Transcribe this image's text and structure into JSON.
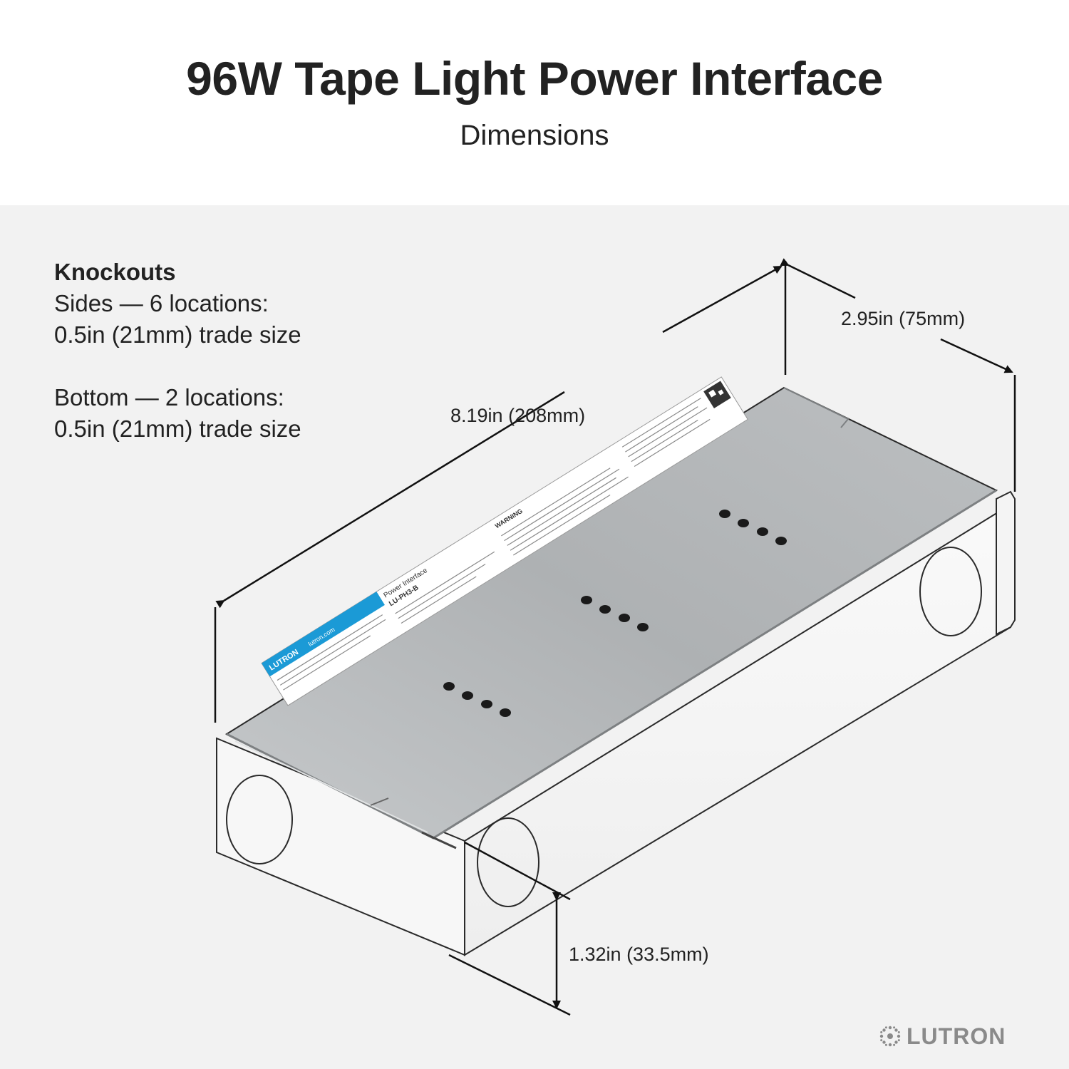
{
  "header": {
    "title": "96W Tape Light Power Interface",
    "subtitle": "Dimensions"
  },
  "knockouts": {
    "heading": "Knockouts",
    "sides_line1": "Sides — 6 locations:",
    "sides_line2": "0.5in (21mm) trade size",
    "bottom_line1": "Bottom — 2 locations:",
    "bottom_line2": "0.5in (21mm) trade size"
  },
  "dimensions": {
    "length": "8.19in (208mm)",
    "width": "2.95in (75mm)",
    "height": "1.32in (33.5mm)"
  },
  "label": {
    "brand": "LUTRON",
    "url": "lutron.com",
    "product": "Power Interface",
    "model": "LU-PH3-B",
    "warning": "WARNING"
  },
  "brand": {
    "name": "LUTRON",
    "icon": "lutron-sunburst-icon"
  },
  "colors": {
    "label_accent": "#1b9ad6",
    "metal": "#b5b8ba"
  }
}
